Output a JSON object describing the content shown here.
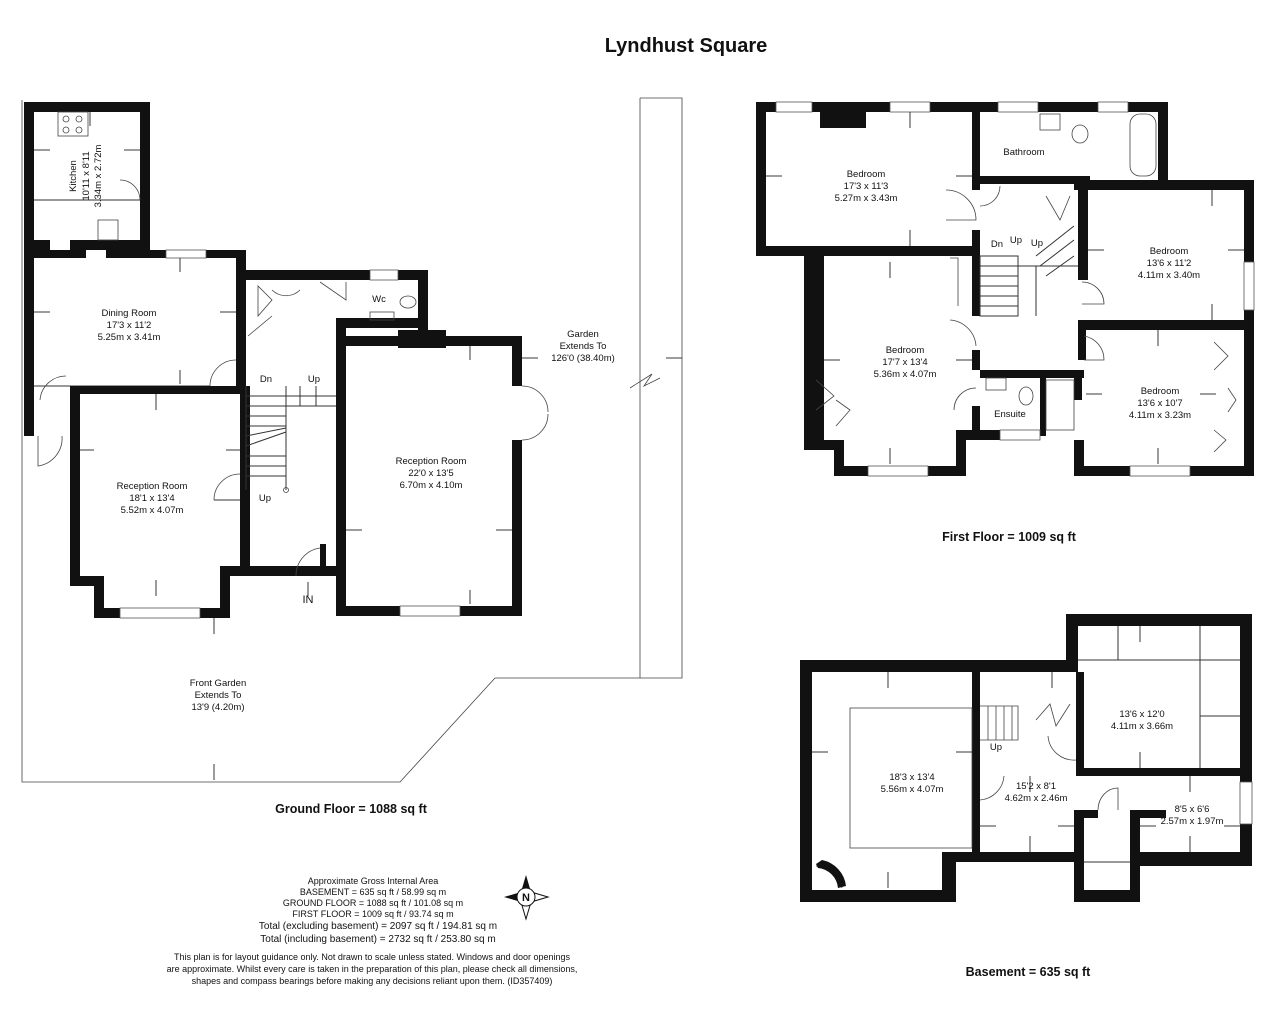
{
  "title": "Lyndhust Square",
  "ground_floor": {
    "caption": "Ground Floor = 1088 sq ft",
    "kitchen": {
      "name": "Kitchen",
      "imperial": "10'11 x 8'11",
      "metric": "3.34m x 2.72m"
    },
    "dining": {
      "name": "Dining Room",
      "imperial": "17'3 x 11'2",
      "metric": "5.25m x 3.41m"
    },
    "wc": {
      "name": "Wc"
    },
    "reception_left": {
      "name": "Reception Room",
      "imperial": "18'1 x 13'4",
      "metric": "5.52m x 4.07m"
    },
    "reception_right": {
      "name": "Reception Room",
      "imperial": "22'0 x 13'5",
      "metric": "6.70m x 4.10m"
    },
    "stairs_dn": "Dn",
    "stairs_up": "Up",
    "stairs_up2": "Up",
    "entrance": "IN",
    "garden": {
      "line1": "Garden",
      "line2": "Extends To",
      "line3": "126'0 (38.40m)"
    },
    "front_garden": {
      "line1": "Front Garden",
      "line2": "Extends To",
      "line3": "13'9 (4.20m)"
    }
  },
  "first_floor": {
    "caption": "First Floor = 1009 sq ft",
    "bedroom1": {
      "name": "Bedroom",
      "imperial": "17'3 x 11'3",
      "metric": "5.27m x 3.43m"
    },
    "bathroom": {
      "name": "Bathroom"
    },
    "bedroom2": {
      "name": "Bedroom",
      "imperial": "13'6 x 11'2",
      "metric": "4.11m x 3.40m"
    },
    "bedroom3": {
      "name": "Bedroom",
      "imperial": "17'7 x 13'4",
      "metric": "5.36m x 4.07m"
    },
    "bedroom4": {
      "name": "Bedroom",
      "imperial": "13'6 x 10'7",
      "metric": "4.11m x 3.23m"
    },
    "ensuite": {
      "name": "Ensuite"
    },
    "stairs_dn": "Dn",
    "stairs_up1": "Up",
    "stairs_up2": "Up"
  },
  "basement": {
    "caption": "Basement = 635 sq ft",
    "room1": {
      "imperial": "18'3 x 13'4",
      "metric": "5.56m x 4.07m"
    },
    "room2": {
      "imperial": "13'6 x 12'0",
      "metric": "4.11m x 3.66m"
    },
    "room3": {
      "imperial": "15'2 x 8'1",
      "metric": "4.62m x 2.46m"
    },
    "room4": {
      "imperial": "8'5 x 6'6",
      "metric": "2.57m x 1.97m"
    },
    "stairs_up": "Up"
  },
  "area_summary": {
    "heading": "Approximate Gross Internal Area",
    "lines": [
      "BASEMENT = 635 sq ft / 58.99 sq m",
      "GROUND FLOOR = 1088 sq ft / 101.08 sq m",
      "FIRST FLOOR = 1009 sq ft / 93.74 sq m",
      "Total (excluding basement) = 2097 sq ft / 194.81 sq m",
      "Total (including basement) = 2732 sq ft / 253.80 sq m"
    ]
  },
  "compass": {
    "letter": "N",
    "icon": "compass-icon"
  },
  "disclaimer": [
    "This plan is for layout guidance only. Not drawn to scale unless stated. Windows and door openings",
    "are approximate. Whilst every care is taken in the preparation of this plan, please check all dimensions,",
    "shapes and compass bearings before making any decisions reliant upon them.  (ID357409)"
  ]
}
